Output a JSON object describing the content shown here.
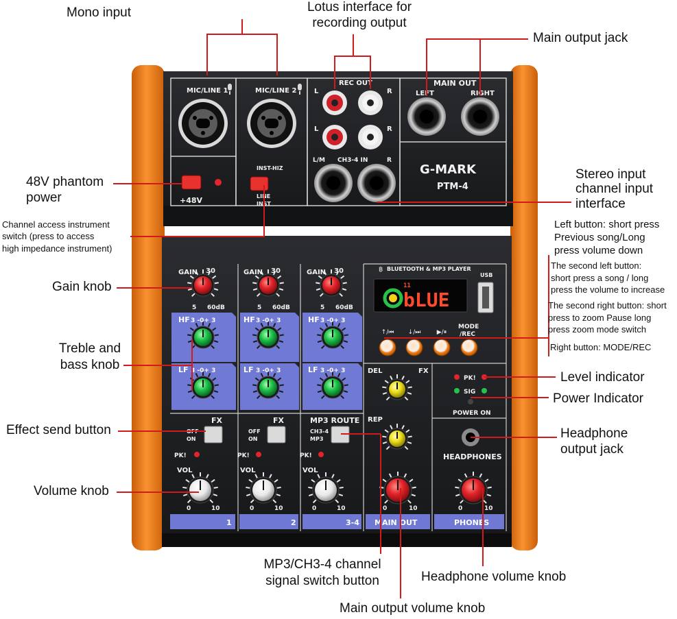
{
  "callouts": {
    "mono_input": "Mono input",
    "lotus_line1": "Lotus interface for",
    "lotus_line2": "recording output",
    "main_output_jack": "Main output jack",
    "phantom_line1": "48V phantom",
    "phantom_line2": "power",
    "inst_switch_line1": "Channel access instrument",
    "inst_switch_line2": "switch (press to access",
    "inst_switch_line3": "high impedance instrument)",
    "stereo_line1": "Stereo input",
    "stereo_line2": "channel input",
    "stereo_line3": "interface",
    "left_btn_line1": "Left button: short press",
    "left_btn_line2": "Previous song/Long",
    "left_btn_line3": "press volume down",
    "second_left_line1": "The second left button:",
    "second_left_line2": "short press a song / long",
    "second_left_line3": "press the volume to increase",
    "second_right_line1": "The second right button: short",
    "second_right_line2": "press to zoom Pause long",
    "second_right_line3": "press zoom mode switch",
    "right_btn": "Right button: MODE/REC",
    "gain_knob": "Gain knob",
    "treble_line1": "Treble and",
    "treble_line2": "bass knob",
    "level_indicator": "Level indicator",
    "power_indicator": "Power Indicator",
    "effect_send": "Effect send button",
    "headphone_jack_line1": "Headphone",
    "headphone_jack_line2": "output jack",
    "volume_knob": "Volume knob",
    "mp3_switch_line1": "MP3/CH3-4 channel",
    "mp3_switch_line2": "signal switch button",
    "headphone_volume": "Headphone volume knob",
    "main_volume": "Main output volume knob"
  },
  "panel": {
    "mic_line1": "MIC/LINE 1",
    "mic_line2": "MIC/LINE 2",
    "rec_out": "REC OUT",
    "main_out": "MAIN OUT",
    "left": "LEFT",
    "right": "RIGHT",
    "l": "L",
    "r": "R",
    "lm": "L/M",
    "ch34_in": "CH3-4 IN",
    "brand": "G-MARK",
    "model": "PTM-4",
    "phantom": "+48V",
    "inst_hiz": "INST-HIZ",
    "line": "LINE",
    "inst": "INST",
    "gain": "GAIN",
    "gain_max": "30",
    "gain_low": "5",
    "gain_high": "60dB",
    "hf": "HF",
    "lf": "LF",
    "eq_top": "3 -0+ 3",
    "fx": "FX",
    "off": "OFF",
    "on": "ON",
    "mp3_route": "MP3 ROUTE",
    "ch34": "CH3-4",
    "mp3": "MP3",
    "pk": "PK!",
    "vol": "VOL",
    "zero": "0",
    "ten": "10",
    "ch1": "1",
    "ch2": "2",
    "ch3_4": "3-4",
    "main_out_strip": "MAIN OUT",
    "phones": "PHONES",
    "bt_player": "BLUETOOTH & MP3 PLAYER",
    "usb": "USB",
    "display": "bLUE",
    "display_small": "11",
    "mode_rec_1": "MODE",
    "mode_rec_2": "/REC",
    "del": "DEL",
    "rep": "REP",
    "sig": "SIG",
    "power_on": "POWER ON",
    "headphones": "HEADPHONES"
  },
  "colors": {
    "orange": "#f07d1a",
    "body": "#1e1f22",
    "blue_strip": "#6f78d2",
    "red_knob": "#e3242b",
    "green_knob": "#1fc24a",
    "yellow_knob": "#efe01c",
    "white_knob": "#f4f4f4"
  }
}
